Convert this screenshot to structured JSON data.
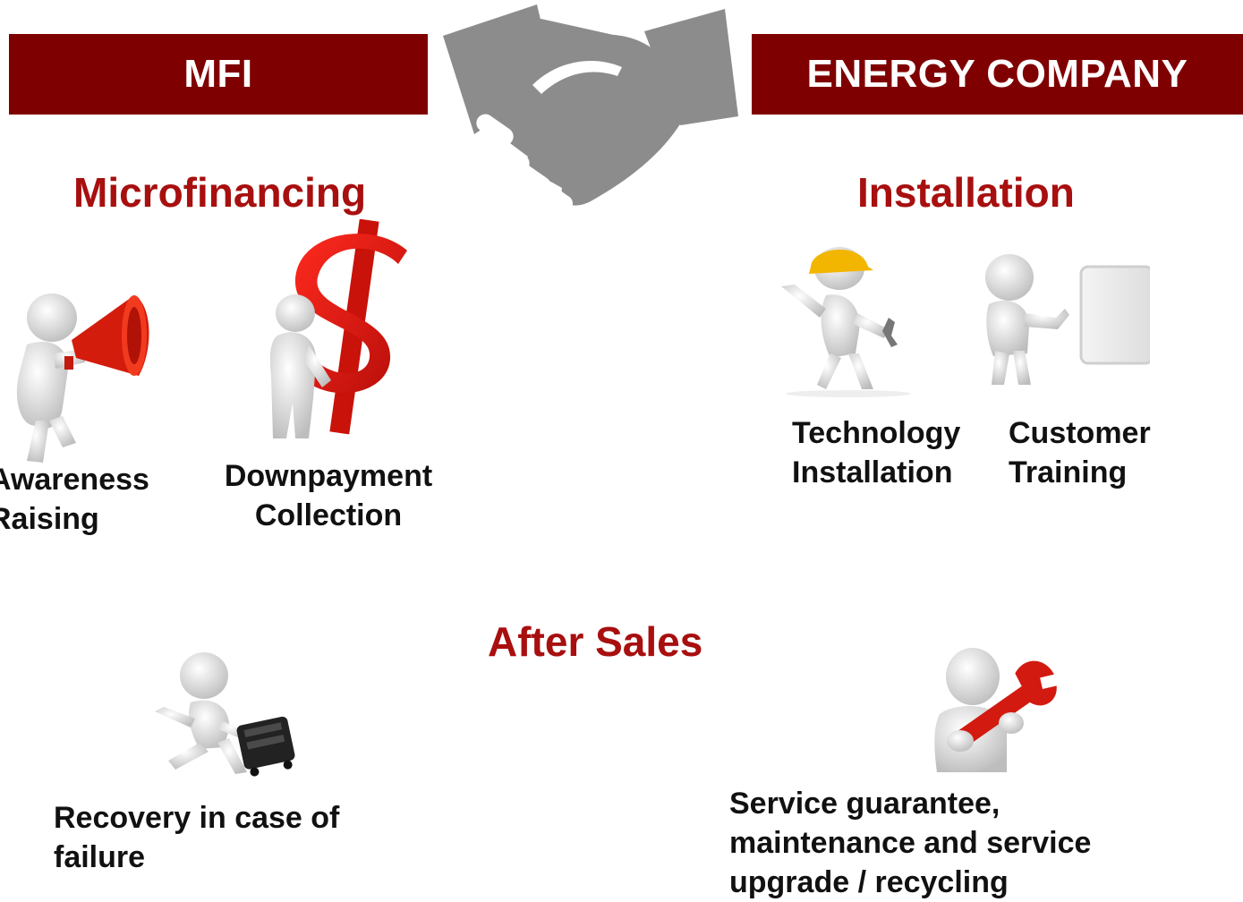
{
  "partners": {
    "left": "MFI",
    "right": "ENERGY COMPANY"
  },
  "sections": {
    "microfinancing": "Microfinancing",
    "installation": "Installation",
    "after_sales": "After Sales"
  },
  "items": {
    "awareness": [
      "Awareness",
      "Raising"
    ],
    "downpayment": [
      "Downpayment",
      "Collection"
    ],
    "tech_install": [
      "Technology",
      "Installation"
    ],
    "customer_training": [
      "Customer",
      "Training"
    ],
    "recovery": [
      "Recovery in case of",
      "failure"
    ],
    "service": [
      "Service guarantee,",
      "maintenance and service",
      "upgrade / recycling"
    ]
  },
  "colors": {
    "banner": "#7f0000",
    "heading": "#a80f0f",
    "accent_red": "#e01010",
    "handshake": "#8c8c8c"
  },
  "icons": [
    "handshake-icon",
    "megaphone-figure",
    "dollar-figure",
    "builder-figure",
    "trainer-figure",
    "runner-suitcase-figure",
    "wrench-figure"
  ]
}
